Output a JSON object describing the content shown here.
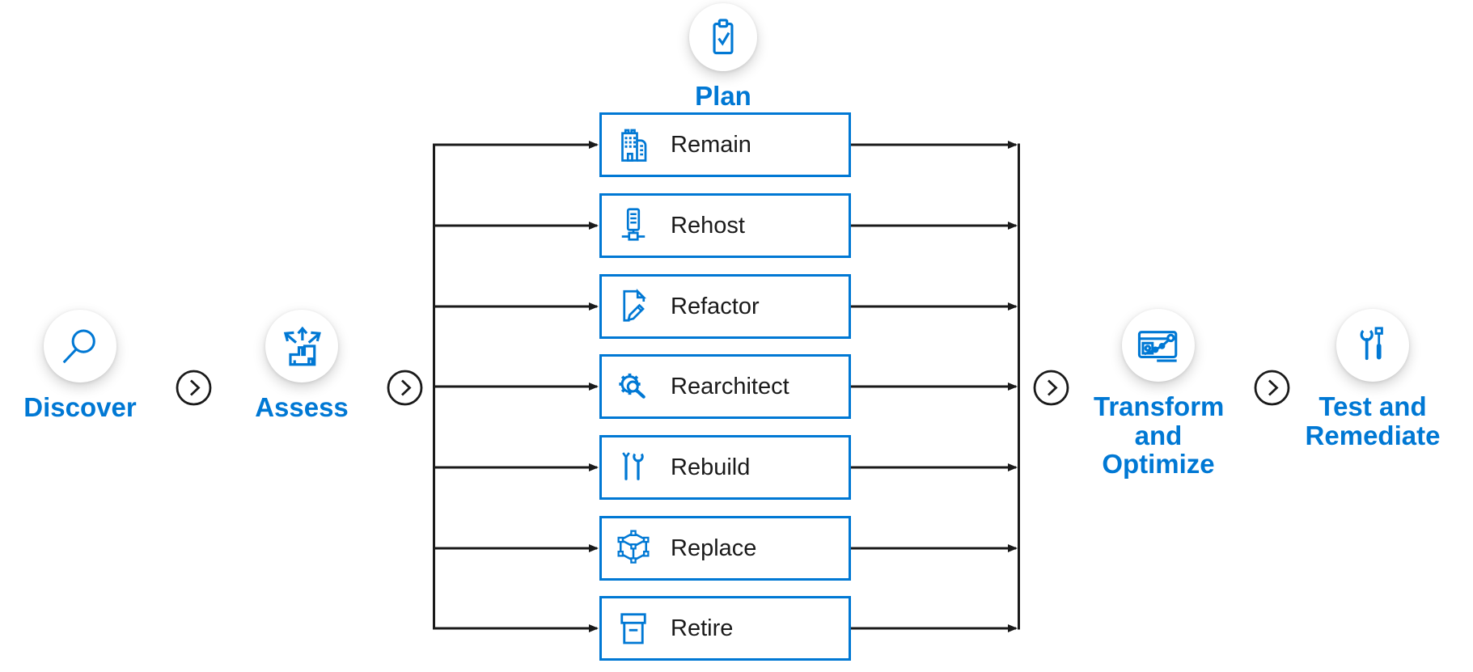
{
  "colors": {
    "accent": "#0078D4",
    "connector": "#1A1A1A",
    "box_border": "#0078D4",
    "box_text": "#1A1A1A",
    "background": "#FFFFFF"
  },
  "stages": {
    "discover": {
      "label": "Discover",
      "icon": "search-icon"
    },
    "assess": {
      "label": "Assess",
      "icon": "spread-arrows-building-icon"
    },
    "plan": {
      "label": "Plan",
      "icon": "clipboard-check-icon"
    },
    "transform_optimize": {
      "label": "Transform and Optimize",
      "icon": "monitor-chart-icon"
    },
    "test_remediate": {
      "label": "Test and Remediate",
      "icon": "wrench-screwdriver-icon"
    }
  },
  "plan": {
    "options": [
      {
        "label": "Remain",
        "icon": "buildings-icon"
      },
      {
        "label": "Rehost",
        "icon": "server-network-icon"
      },
      {
        "label": "Refactor",
        "icon": "document-pencil-icon"
      },
      {
        "label": "Rearchitect",
        "icon": "gear-magnifier-icon"
      },
      {
        "label": "Rebuild",
        "icon": "screwdriver-wrench-icon"
      },
      {
        "label": "Replace",
        "icon": "cube-nodes-icon"
      },
      {
        "label": "Retire",
        "icon": "archive-box-icon"
      }
    ]
  }
}
